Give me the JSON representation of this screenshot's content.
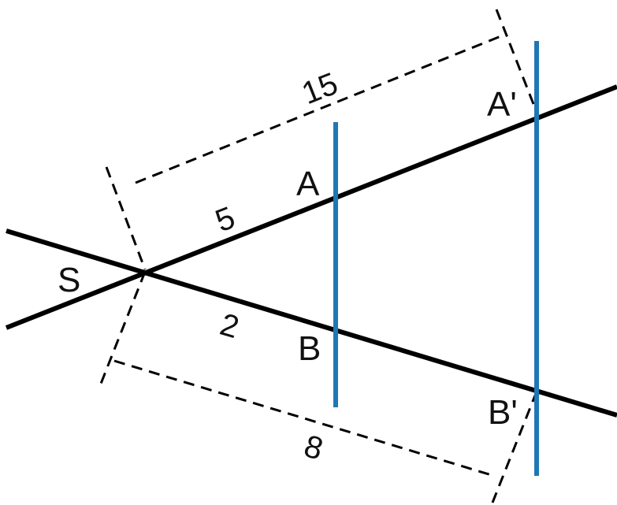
{
  "diagram": {
    "points": {
      "S": "S",
      "A": "A",
      "A_prime": "A'",
      "B": "B",
      "B_prime": "B'"
    },
    "measures": {
      "SA": "5",
      "SA_prime": "15",
      "SB": "2",
      "SB_prime": "8"
    },
    "colors": {
      "rays": "#000000",
      "parallels": "#1f77b4",
      "dimension_lines": "#000000"
    }
  }
}
